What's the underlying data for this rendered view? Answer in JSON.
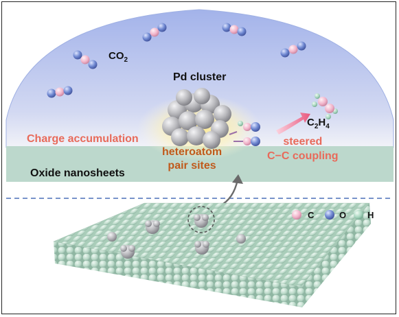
{
  "labels": {
    "co2_main": "CO",
    "co2_sub": "2",
    "pd_cluster": "Pd cluster",
    "charge_accumulation": "Charge accumulation",
    "heteroatom_line1": "heteroatom",
    "heteroatom_line2": "pair sites",
    "steered_line1": "steered",
    "steered_line2": "C−C coupling",
    "c2h4_c": "C",
    "c2h4_sub1": "2",
    "c2h4_h": "H",
    "c2h4_sub2": "4",
    "oxide_nanosheets": "Oxide nanosheets"
  },
  "legend": {
    "carbon": "C",
    "oxygen": "O",
    "hydrogen": "H"
  },
  "colors": {
    "dome_top": "#a9b8ec",
    "dome_bottom": "#eef0f8",
    "substrate": "#bcd8cc",
    "carbon_atom": "#f3b9cf",
    "oxygen_atom": "#6f86d0",
    "hydrogen_atom": "#a9d8c2",
    "pd_atom": "#b9b9bd",
    "dashed_line": "#4a6fb8",
    "charge_text": "#e86a5a",
    "hetero_text": "#c05a1c"
  }
}
